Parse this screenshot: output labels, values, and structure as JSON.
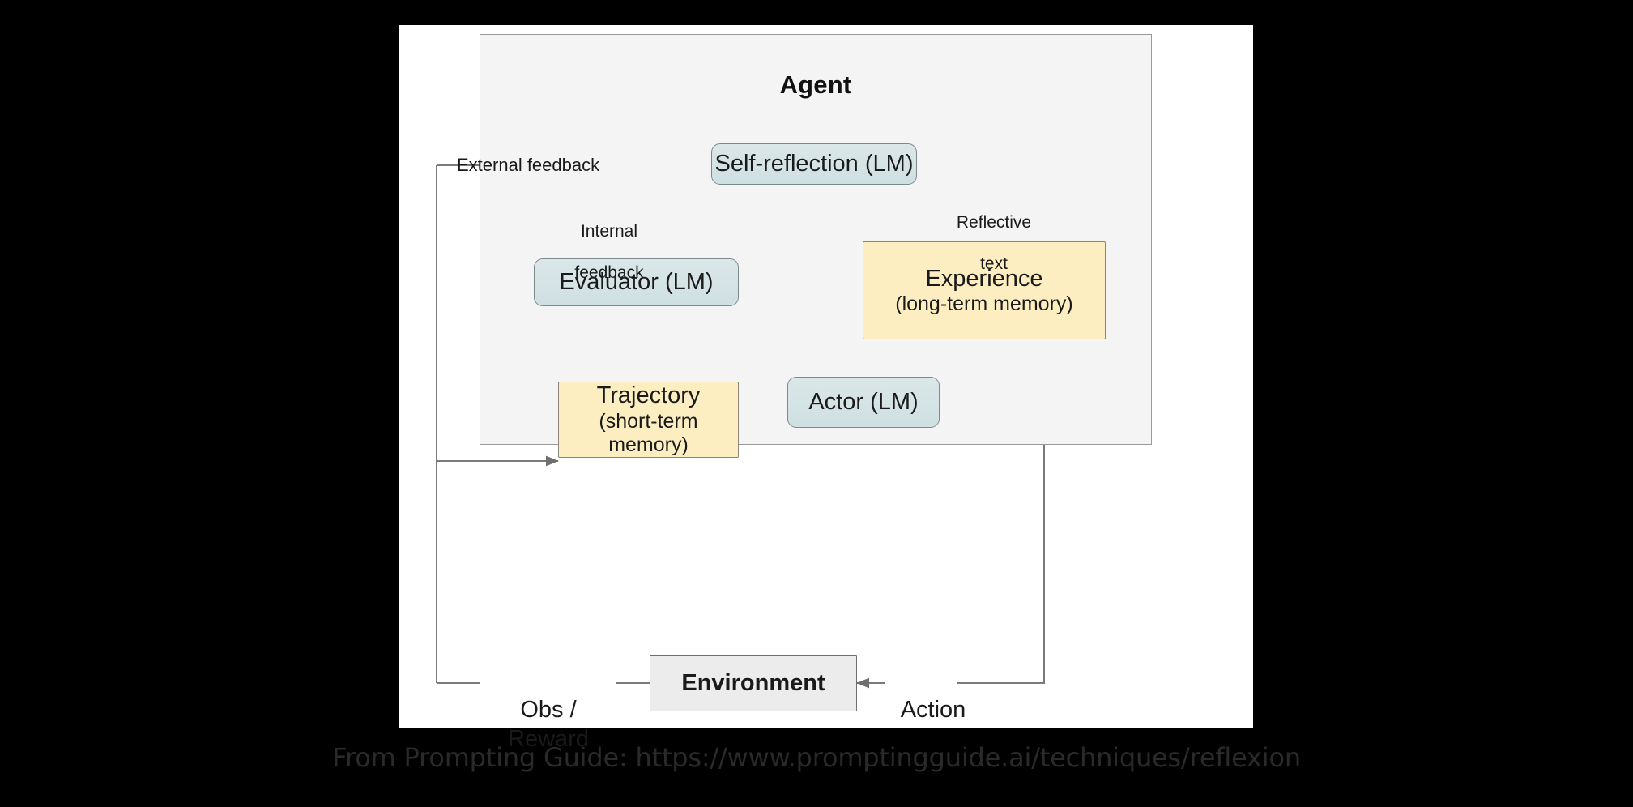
{
  "slide": {
    "agent_panel": {
      "title": "Agent"
    },
    "nodes": {
      "self_reflection": {
        "label": "Self-reflection (LM)",
        "style": "blue"
      },
      "evaluator": {
        "label": "Evaluator (LM)",
        "style": "blue"
      },
      "actor": {
        "label": "Actor (LM)",
        "style": "blue"
      },
      "experience_line1": "Experience",
      "experience_line2": "(long-term memory)",
      "trajectory_line1": "Trajectory",
      "trajectory_line2": "(short-term memory)",
      "environment": {
        "label": "Environment",
        "style": "gray"
      }
    },
    "edge_labels": {
      "external_feedback": "External feedback",
      "internal_feedback_line1": "Internal",
      "internal_feedback_line2": "feedback",
      "reflective_text_line1": "Reflective",
      "reflective_text_line2": "text",
      "obs_reward": "Obs / Reward",
      "action": "Action"
    },
    "colors": {
      "blue_fill": "#d3e1e3",
      "yellow_fill": "#fdeec2",
      "gray_fill": "#ececec",
      "panel_fill": "#f4f4f4",
      "stroke": "#777777",
      "slide_bg": "#ffffff",
      "page_bg": "#000000"
    }
  },
  "caption": {
    "text": "From Prompting Guide: https://www.promptingguide.ai/techniques/reflexion"
  }
}
